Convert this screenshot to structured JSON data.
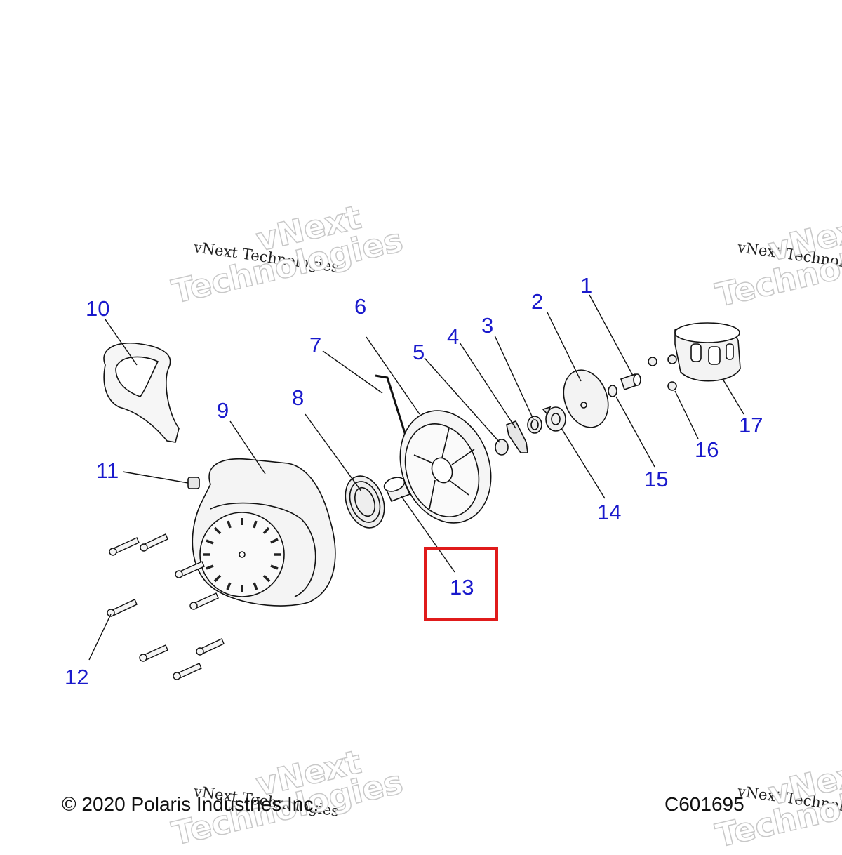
{
  "diagram": {
    "callouts": [
      {
        "id": "1",
        "label": "1"
      },
      {
        "id": "2",
        "label": "2"
      },
      {
        "id": "3",
        "label": "3"
      },
      {
        "id": "4",
        "label": "4"
      },
      {
        "id": "5",
        "label": "5"
      },
      {
        "id": "6",
        "label": "6"
      },
      {
        "id": "7",
        "label": "7"
      },
      {
        "id": "8",
        "label": "8"
      },
      {
        "id": "9",
        "label": "9"
      },
      {
        "id": "10",
        "label": "10"
      },
      {
        "id": "11",
        "label": "11"
      },
      {
        "id": "12",
        "label": "12"
      },
      {
        "id": "13",
        "label": "13"
      },
      {
        "id": "14",
        "label": "14"
      },
      {
        "id": "15",
        "label": "15"
      },
      {
        "id": "16",
        "label": "16"
      },
      {
        "id": "17",
        "label": "17"
      }
    ],
    "highlighted_callout": "13",
    "colors": {
      "callout": "#1a1acc",
      "highlight": "#e01b1b",
      "line": "#111111"
    }
  },
  "watermark": {
    "small_text": "vNext Technologies",
    "big_line1": "vNext",
    "big_line2": "Technologies"
  },
  "footer": {
    "copyright": "© 2020 Polaris Industries Inc.",
    "code": "C601695"
  }
}
